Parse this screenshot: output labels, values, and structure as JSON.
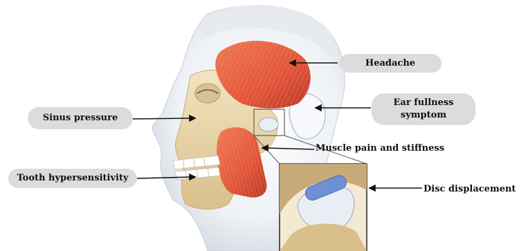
{
  "labels": {
    "headache": "Headache",
    "ear_line1": "Ear fullness",
    "ear_line2": "symptom",
    "sinus": "Sinus pressure",
    "muscle": "Muscle pain and stiffness",
    "tooth": "Tooth hypersensitivity",
    "disc": "Disc displacement"
  },
  "colors": {
    "pill": "#dcdcdc",
    "muscle": "#e2553a",
    "bone": "#e9d6ad",
    "skin": "#eef1f5",
    "disc": "#6f8fd6",
    "arrow": "#111111"
  }
}
